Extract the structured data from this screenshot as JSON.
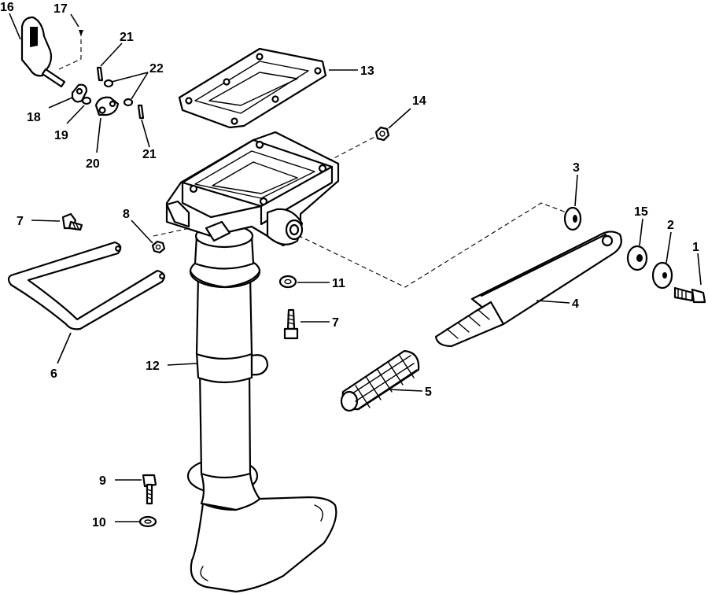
{
  "callouts": [
    {
      "id": "c1",
      "text": "1"
    },
    {
      "id": "c2",
      "text": "2"
    },
    {
      "id": "c3",
      "text": "3"
    },
    {
      "id": "c4",
      "text": "4"
    },
    {
      "id": "c5",
      "text": "5"
    },
    {
      "id": "c6",
      "text": "6"
    },
    {
      "id": "c7a",
      "text": "7"
    },
    {
      "id": "c7b",
      "text": "7"
    },
    {
      "id": "c8",
      "text": "8"
    },
    {
      "id": "c9",
      "text": "9"
    },
    {
      "id": "c10",
      "text": "10"
    },
    {
      "id": "c11",
      "text": "11"
    },
    {
      "id": "c12",
      "text": "12"
    },
    {
      "id": "c13",
      "text": "13"
    },
    {
      "id": "c14",
      "text": "14"
    },
    {
      "id": "c15",
      "text": "15"
    },
    {
      "id": "c16",
      "text": "16"
    },
    {
      "id": "c17",
      "text": "17"
    },
    {
      "id": "c18",
      "text": "18"
    },
    {
      "id": "c19",
      "text": "19"
    },
    {
      "id": "c20",
      "text": "20"
    },
    {
      "id": "c21a",
      "text": "21"
    },
    {
      "id": "c21b",
      "text": "21"
    },
    {
      "id": "c22",
      "text": "22"
    }
  ]
}
